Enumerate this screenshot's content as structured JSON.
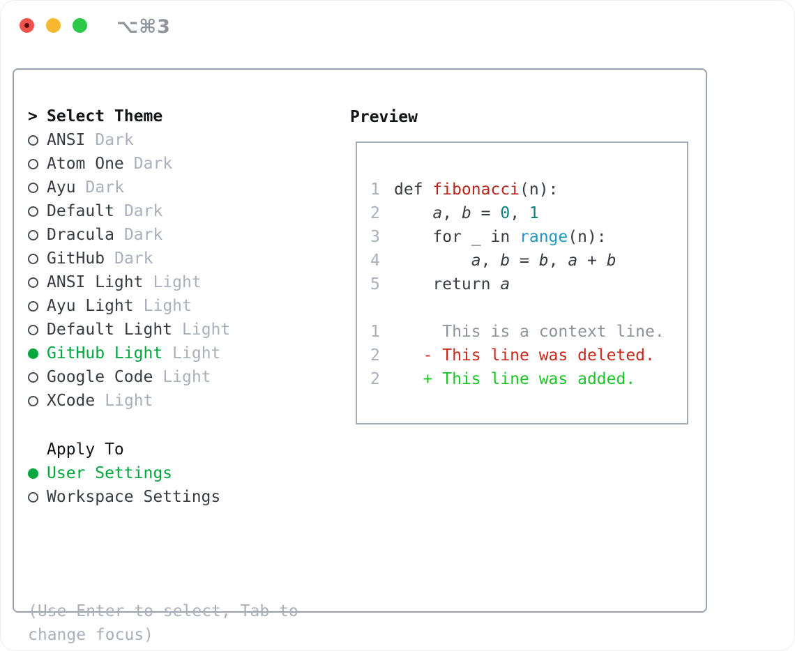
{
  "window": {
    "title": "⌥⌘3",
    "traffic_lights": [
      "close",
      "minimize",
      "zoom"
    ]
  },
  "theme_picker": {
    "heading_marker": ">",
    "heading": "Select Theme",
    "items": [
      {
        "name": "ANSI",
        "tag": "Dark",
        "selected": false
      },
      {
        "name": "Atom One",
        "tag": "Dark",
        "selected": false
      },
      {
        "name": "Ayu",
        "tag": "Dark",
        "selected": false
      },
      {
        "name": "Default",
        "tag": "Dark",
        "selected": false
      },
      {
        "name": "Dracula",
        "tag": "Dark",
        "selected": false
      },
      {
        "name": "GitHub",
        "tag": "Dark",
        "selected": false
      },
      {
        "name": "ANSI Light",
        "tag": "Light",
        "selected": false
      },
      {
        "name": "Ayu Light",
        "tag": "Light",
        "selected": false
      },
      {
        "name": "Default Light",
        "tag": "Light",
        "selected": false
      },
      {
        "name": "GitHub Light",
        "tag": "Light",
        "selected": true
      },
      {
        "name": "Google Code",
        "tag": "Light",
        "selected": false
      },
      {
        "name": "XCode",
        "tag": "Light",
        "selected": false
      }
    ]
  },
  "apply_to": {
    "heading": "Apply To",
    "options": [
      {
        "name": "User Settings",
        "selected": true
      },
      {
        "name": "Workspace Settings",
        "selected": false
      }
    ]
  },
  "hint": {
    "text": "(Use Enter to select, Tab to change focus)"
  },
  "preview": {
    "heading": "Preview",
    "code_lines": [
      {
        "num": "1",
        "tokens": [
          {
            "t": "def ",
            "c": "plain"
          },
          {
            "t": "fibonacci",
            "c": "func"
          },
          {
            "t": "(n):",
            "c": "plain"
          }
        ]
      },
      {
        "num": "2",
        "tokens": [
          {
            "t": "    ",
            "c": "plain"
          },
          {
            "t": "a",
            "c": "var"
          },
          {
            "t": ", ",
            "c": "plain"
          },
          {
            "t": "b",
            "c": "var"
          },
          {
            "t": " = ",
            "c": "plain"
          },
          {
            "t": "0",
            "c": "num"
          },
          {
            "t": ", ",
            "c": "plain"
          },
          {
            "t": "1",
            "c": "num"
          }
        ]
      },
      {
        "num": "3",
        "tokens": [
          {
            "t": "    for _ in ",
            "c": "plain"
          },
          {
            "t": "range",
            "c": "call"
          },
          {
            "t": "(n):",
            "c": "plain"
          }
        ]
      },
      {
        "num": "4",
        "tokens": [
          {
            "t": "        ",
            "c": "plain"
          },
          {
            "t": "a",
            "c": "var"
          },
          {
            "t": ", ",
            "c": "plain"
          },
          {
            "t": "b",
            "c": "var"
          },
          {
            "t": " = ",
            "c": "plain"
          },
          {
            "t": "b",
            "c": "var"
          },
          {
            "t": ", ",
            "c": "plain"
          },
          {
            "t": "a",
            "c": "var"
          },
          {
            "t": " + ",
            "c": "plain"
          },
          {
            "t": "b",
            "c": "var"
          }
        ]
      },
      {
        "num": "5",
        "tokens": [
          {
            "t": "    return ",
            "c": "plain"
          },
          {
            "t": "a",
            "c": "var"
          }
        ]
      }
    ],
    "diff_lines": [
      {
        "num": "1",
        "text": "     This is a context line.",
        "type": "context"
      },
      {
        "num": "2",
        "text": "   - This line was deleted.",
        "type": "deleted"
      },
      {
        "num": "2",
        "text": "   + This line was added.",
        "type": "added"
      }
    ]
  },
  "colors": {
    "accent_green": "#00a63e",
    "diff_added_green": "#1cc527",
    "diff_deleted_red": "#c8281e",
    "context_gray": "#8d939b",
    "function_red": "#b5261c",
    "number_teal": "#0c7f81",
    "call_blue": "#2195c4",
    "text_dark": "#373c42",
    "muted_gray": "#a9b0ba",
    "heading_black": "#121417",
    "panel_border": "#99a2ae",
    "preview_border": "#a3abb6",
    "traffic_red": "#f0524d",
    "traffic_yellow": "#f5b82e",
    "traffic_green": "#2bc948",
    "title_gray": "#8f939a"
  }
}
